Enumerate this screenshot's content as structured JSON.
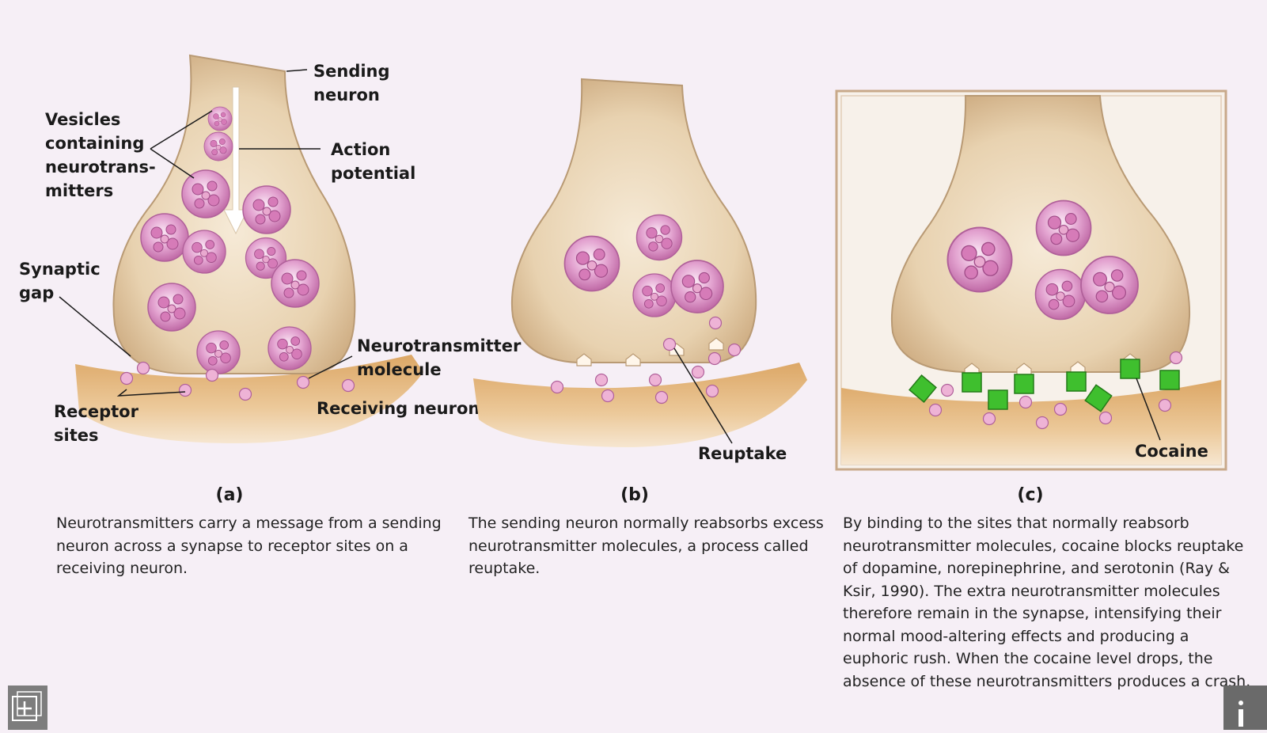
{
  "panels": {
    "a": {
      "letter": "(a)",
      "labels": {
        "vesicles": [
          "Vesicles",
          "containing",
          "neurotrans-",
          "mitters"
        ],
        "sending_neuron": [
          "Sending",
          "neuron"
        ],
        "action_potential": [
          "Action",
          "potential"
        ],
        "synaptic_gap": [
          "Synaptic",
          "gap"
        ],
        "neurotransmitter_molecule": [
          "Neurotransmitter",
          "molecule"
        ],
        "receptor_sites": [
          "Receptor",
          "sites"
        ],
        "receiving_neuron": "Receiving neuron"
      },
      "caption": "Neurotransmitters carry a message from a sending neuron across a synapse to receptor sites on a receiving neuron."
    },
    "b": {
      "letter": "(b)",
      "labels": {
        "reuptake": "Reuptake"
      },
      "caption": "The sending neuron normally reabsorbs excess neurotransmitter molecules, a process called reuptake."
    },
    "c": {
      "letter": "(c)",
      "labels": {
        "cocaine": "Cocaine"
      },
      "caption": "By binding to the sites that normally reabsorb neurotransmitter molecules, cocaine blocks reuptake of dopamine, norepinephrine, and serotonin (Ray & Ksir, 1990). The extra neurotransmitter molecules therefore remain in the synapse, intensifying their normal mood-altering effects and producing a euphoric rush. When the cocaine level drops, the absence of these neurotransmitters produces a crash."
    }
  },
  "controls": {
    "expand_icon": "plus-square-icon",
    "info_icon": "info-icon"
  },
  "colors": {
    "neuron": "#e8d2b0",
    "neuron_edge": "#b99a74",
    "receiving": "#e3b57a",
    "vesicle": "#d889c1",
    "molecule": "#e9a9cf",
    "cocaine": "#3fbf2e",
    "frame": "#c8a98a"
  }
}
